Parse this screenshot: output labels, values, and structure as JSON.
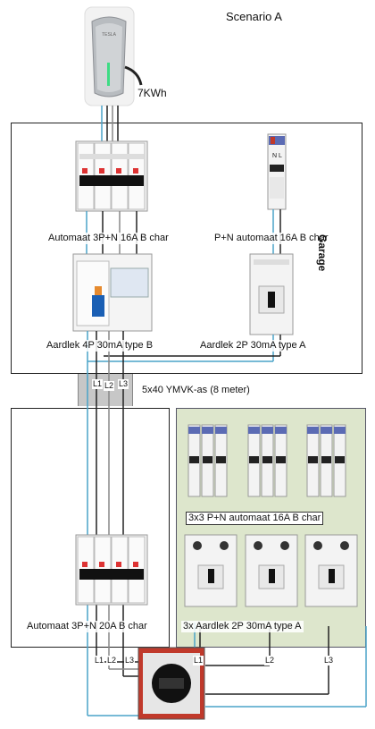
{
  "title": "Scenario A",
  "charger": {
    "power": "7KWh",
    "brand": "TESLA"
  },
  "garage_label": "Garage",
  "cable_label": "5x40 YMVK-as (8 meter)",
  "labels": {
    "mcb_3pn_16a": "Automaat 3P+N 16A B char",
    "mcb_pn_16a": "P+N automaat 16A B char",
    "rcd_4p": "Aardlek 4P 30mA type B",
    "rcd_2p": "Aardlek 2P 30mA type A",
    "mcb_3pn_20a": "Automaat 3P+N 20A B char",
    "mcb_3x3": "3x3 P+N automaat 16A B char",
    "rcd_3x": "3x Aardlek 2P 30mA type A"
  },
  "phases": [
    "L1",
    "L2",
    "L3"
  ],
  "terminal_letters": [
    "N",
    "L"
  ],
  "colors": {
    "green_panel": "#dde6cc",
    "wire_blue": "#4aa3c8",
    "wire_black": "#222222",
    "wire_grey": "#888888",
    "switch_red": "#c0392b"
  }
}
